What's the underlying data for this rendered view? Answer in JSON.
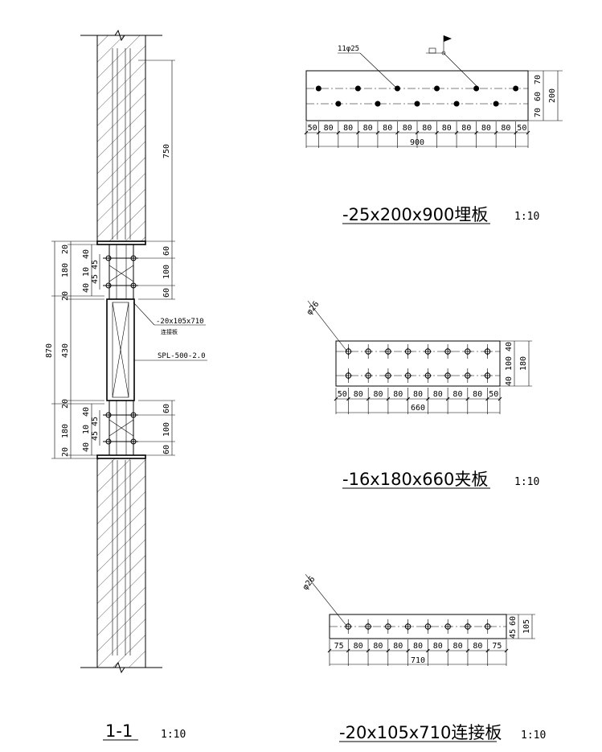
{
  "section": {
    "title": "1-1",
    "scale": "1:10",
    "dims_outer": {
      "total": "870",
      "top_group": "180",
      "bottom_group": "180",
      "middle": "430",
      "ends": [
        "20",
        "20",
        "20",
        "20"
      ]
    },
    "dims_inner": {
      "a": "40",
      "b": "10",
      "c": "40",
      "d": "45",
      "e": "45"
    },
    "dims_right": {
      "wall": "750",
      "p1": "60",
      "p2": "100",
      "p3": "60"
    },
    "callout_plate": "-20x105x710",
    "callout_plate_name": "连接板",
    "callout_damper": "SPL-500-2.0"
  },
  "embedded_plate": {
    "title": "-25x200x900埋板",
    "scale": "1:10",
    "hole_label": "11φ25",
    "spacings": [
      "50",
      "80",
      "80",
      "80",
      "80",
      "80",
      "80",
      "80",
      "80",
      "80",
      "80",
      "50"
    ],
    "total": "900",
    "heights": [
      "70",
      "60",
      "70"
    ],
    "height_total": "200"
  },
  "clamp_plate": {
    "title": "-16x180x660夹板",
    "scale": "1:10",
    "hole_label": "φ26",
    "spacings": [
      "50",
      "80",
      "80",
      "80",
      "80",
      "80",
      "80",
      "80",
      "50"
    ],
    "total": "660",
    "heights": [
      "40",
      "100",
      "40"
    ],
    "height_total": "180"
  },
  "connect_plate": {
    "title": "-20x105x710连接板",
    "scale": "1:10",
    "hole_label": "φ26",
    "spacings": [
      "75",
      "80",
      "80",
      "80",
      "80",
      "80",
      "80",
      "80",
      "75"
    ],
    "total": "710",
    "heights": [
      "45",
      "60"
    ],
    "height_total": "105"
  }
}
